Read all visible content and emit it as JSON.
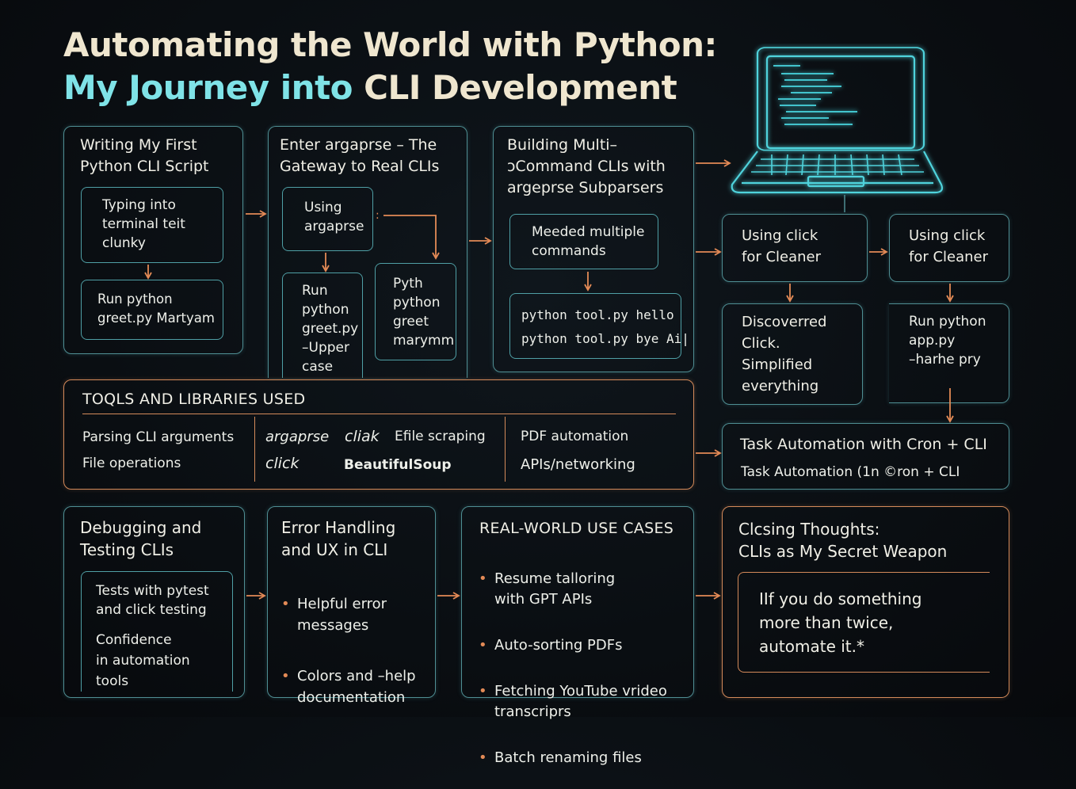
{
  "title": {
    "line1": "Automating the World with Python:",
    "line2_a": "My Journey into ",
    "line2_b": "CLI Development"
  },
  "col1": {
    "heading": "Writing My First\nPython CLI Script",
    "step1": "Typing into\nterminal teit\nclunky",
    "step2": "Run python\ngreet.py Martyam"
  },
  "col2": {
    "heading": "Enter argaprse – The\nGateway to Real CLIs",
    "step1": "Using\nargaprse",
    "step2": "Run\npython\ngreet.py\n–Upper\ncase",
    "step3": "Pyth\npython\ngreet\nmarymm"
  },
  "col3": {
    "heading": "Building Multi–\nↄCommand CLIs with\nargeprse Subparsers",
    "step1": "Meeded multiple\ncommands",
    "step2": "python tool.py hello\npython tool.py bye Ai|"
  },
  "click1": {
    "step1": "Using click\nfor Cleaner",
    "step2": "Discoverred\nClick.\nSimplified\neverything"
  },
  "click2": {
    "step1": "Using click\nfor Cleaner",
    "step2": "Run python\napp.py\n–harhe pry"
  },
  "tools": {
    "heading": "TOQLS AND LIBRARIES USED",
    "row1": [
      "Parsing CLI arguments",
      "argaprse",
      "cliak",
      "Efile scraping",
      "PDF automation"
    ],
    "row2": [
      "File operations",
      "click",
      "BeautifulSoup",
      "APIs/networking"
    ]
  },
  "cron": {
    "line1": "Task Automation with Cron + CLI",
    "line2": "Task Automation (1n ©ron + CLI"
  },
  "debug": {
    "heading": "Debugging and\nTesting CLIs",
    "line1": "Tests with pytest\nand click testing",
    "line2": "Confidence\nin automation\ntools"
  },
  "errors": {
    "heading": "Error Handling\nand UX in CLI",
    "items": [
      "Helpful error\nmessages",
      "Colors and –help\ndocumentation"
    ]
  },
  "usecases": {
    "heading": "REAL-WORLD USE CASES",
    "items": [
      "Resume talloring\nwith GPT APIs",
      "Auto-sorting PDFs",
      "Fetching YouTube vrideo\ntranscriprs",
      "Batch renaming files"
    ]
  },
  "closing": {
    "heading": "Clcsing Thoughts:\nCLIs as My Secret Weapon",
    "quote": "IIf you do something\nmore than twice,\nautomate it.*"
  },
  "colors": {
    "teal": "#4f8e93",
    "orange": "#d48a5a",
    "title_cream": "#efe6cf",
    "title_cyan": "#7fe3e7"
  }
}
